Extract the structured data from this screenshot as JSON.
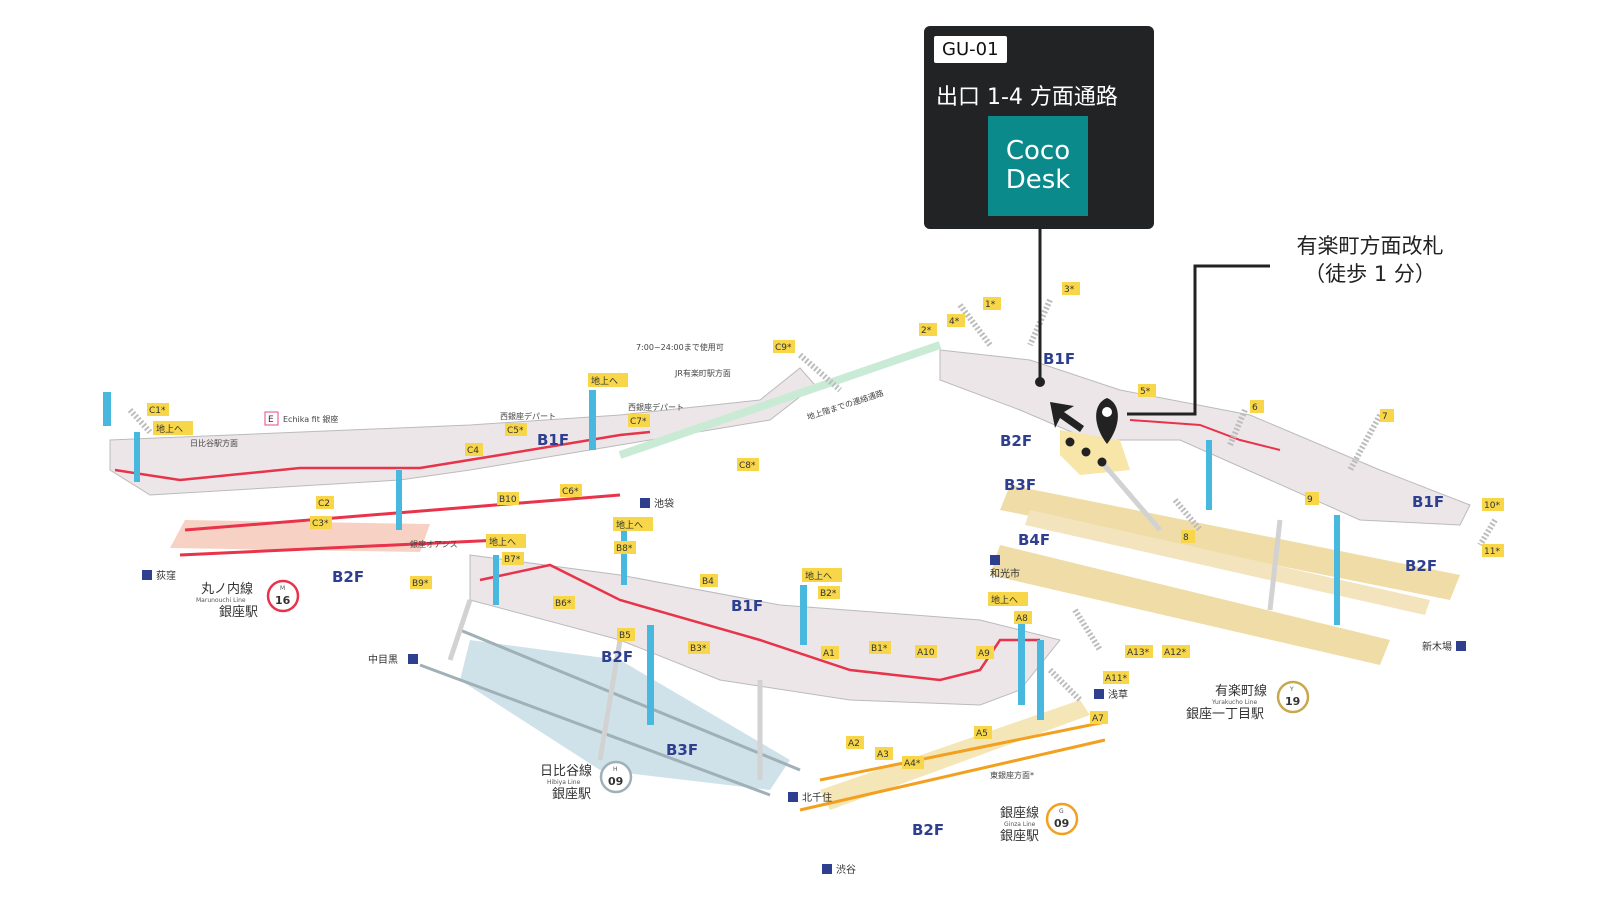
{
  "callout": {
    "id": "GU-01",
    "title": "出口 1-4 方面通路",
    "brand_line1": "Coco",
    "brand_line2": "Desk"
  },
  "gate": {
    "name": "有楽町方面改札",
    "walk": "（徒歩 1 分）"
  },
  "colors": {
    "card_bg": "#222325",
    "brand": "#0b8a8c",
    "exit_tag": "#f7d64a",
    "floor_label": "#2e3f8f",
    "route": "#e8334a"
  },
  "floors": [
    "B1F",
    "B2F",
    "B3F",
    "B4F"
  ],
  "exits": {
    "A": [
      "A1",
      "A2",
      "A3",
      "A4*",
      "A5",
      "A7",
      "A8",
      "A9",
      "A10",
      "A11*",
      "A12*",
      "A13*"
    ],
    "B": [
      "B1*",
      "B2*",
      "B3*",
      "B4",
      "B5",
      "B6*",
      "B7*",
      "B8*",
      "B9*",
      "B10"
    ],
    "C": [
      "C1*",
      "C2",
      "C3*",
      "C4",
      "C5*",
      "C6*",
      "C7*",
      "C8*",
      "C9*"
    ],
    "num": [
      "1*",
      "2*",
      "3*",
      "4*",
      "5*",
      "6",
      "7",
      "8",
      "9",
      "10*",
      "11*"
    ]
  },
  "to_street": "地上へ",
  "notes": {
    "hours": "7:00~24:00まで使用可",
    "jr": "JR有楽町駅方面",
    "nishi": "西銀座デパート",
    "hibiya_dir": "日比谷駅方面",
    "echika": "Echika fit 銀座",
    "oasis": "銀座オアシス",
    "higashi": "東銀座方面*",
    "walk_passage": "地上階までの連絡通路"
  },
  "destinations": {
    "ogikubo": "荻窪",
    "ikebukuro": "池袋",
    "wakoshi": "和光市",
    "nakameguro": "中目黒",
    "kitasenju": "北千住",
    "asakusa": "浅草",
    "shibuya": "渋谷",
    "shinkiba": "新木場"
  },
  "lines": {
    "marunouchi": {
      "jp": "丸ノ内線",
      "en": "Marunouchi Line",
      "code": "M",
      "num": "16",
      "station": "銀座駅",
      "color": "#e8334a"
    },
    "hibiya": {
      "jp": "日比谷線",
      "en": "Hibiya Line",
      "code": "H",
      "num": "09",
      "station": "銀座駅",
      "color": "#9fb0b6"
    },
    "ginza": {
      "jp": "銀座線",
      "en": "Ginza Line",
      "code": "G",
      "num": "09",
      "station": "銀座駅",
      "color": "#f2a01e"
    },
    "yurakucho": {
      "jp": "有楽町線",
      "en": "Yurakucho Line",
      "code": "Y",
      "num": "19",
      "station": "銀座一丁目駅",
      "color": "#c8a84e"
    }
  }
}
